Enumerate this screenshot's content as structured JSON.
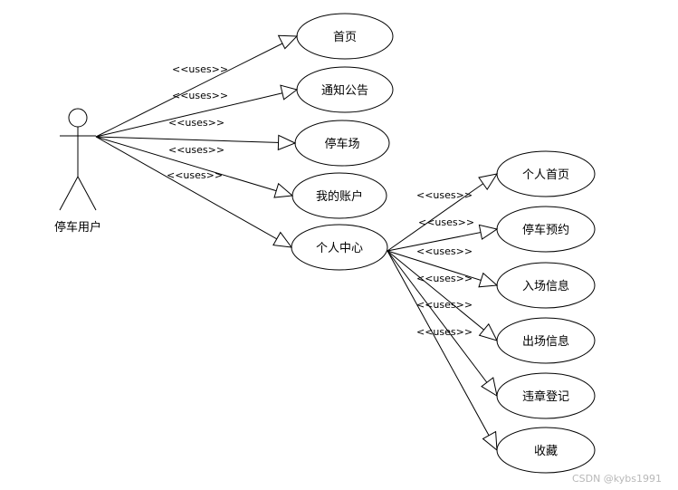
{
  "actor": {
    "name": "停车用户"
  },
  "stereotype": "<<uses>>",
  "use_cases": [
    {
      "id": "home",
      "label": "首页"
    },
    {
      "id": "notice",
      "label": "通知公告"
    },
    {
      "id": "parking",
      "label": "停车场"
    },
    {
      "id": "account",
      "label": "我的账户"
    },
    {
      "id": "center",
      "label": "个人中心"
    }
  ],
  "sub_use_cases": [
    {
      "id": "personal-home",
      "label": "个人首页"
    },
    {
      "id": "reservation",
      "label": "停车预约"
    },
    {
      "id": "entry-info",
      "label": "入场信息"
    },
    {
      "id": "exit-info",
      "label": "出场信息"
    },
    {
      "id": "violation",
      "label": "违章登记"
    },
    {
      "id": "favorites",
      "label": "收藏"
    }
  ],
  "watermark": "CSDN @kybs1991"
}
